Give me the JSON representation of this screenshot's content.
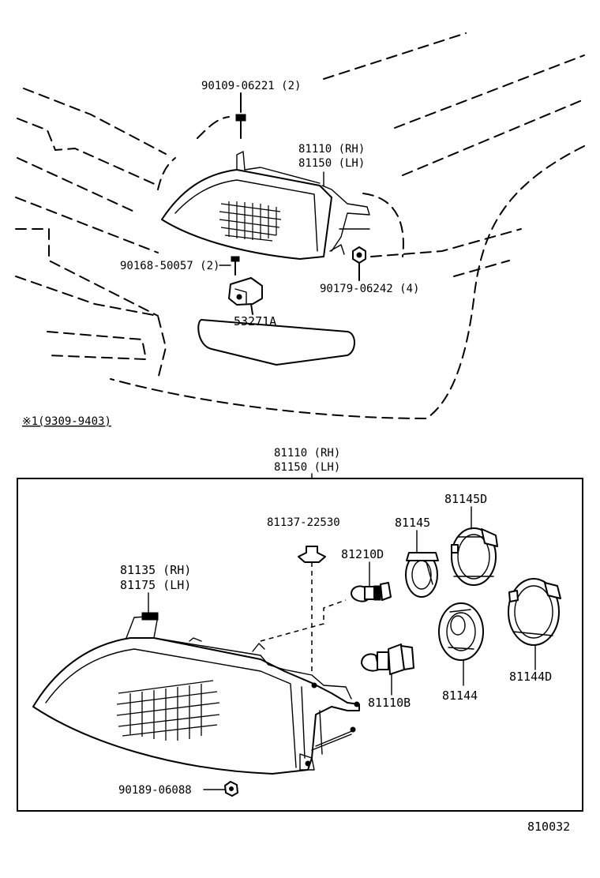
{
  "labels": {
    "bolt_top": "90109-06221 (2)",
    "headlamp_rh": "81110 (RH)",
    "headlamp_lh": "81150 (LH)",
    "screw_mid": "90168-50057 (2)",
    "nut_mid": "90179-06242 (4)",
    "bracket": "53271A",
    "variant_note": "※1(9309-9403)",
    "assy_rh": "81110 (RH)",
    "assy_lh": "81150 (LH)",
    "clip": "81137-22530",
    "bulb_small": "81210D",
    "cover_81145": "81145",
    "ring_81145D": "81145D",
    "unit_rh": "81135 (RH)",
    "unit_lh": "81175 (LH)",
    "bulb_main": "81110B",
    "socket_81144": "81144",
    "ring_81144D": "81144D",
    "nut_bottom": "90189-06088",
    "diagram_id": "810032"
  }
}
